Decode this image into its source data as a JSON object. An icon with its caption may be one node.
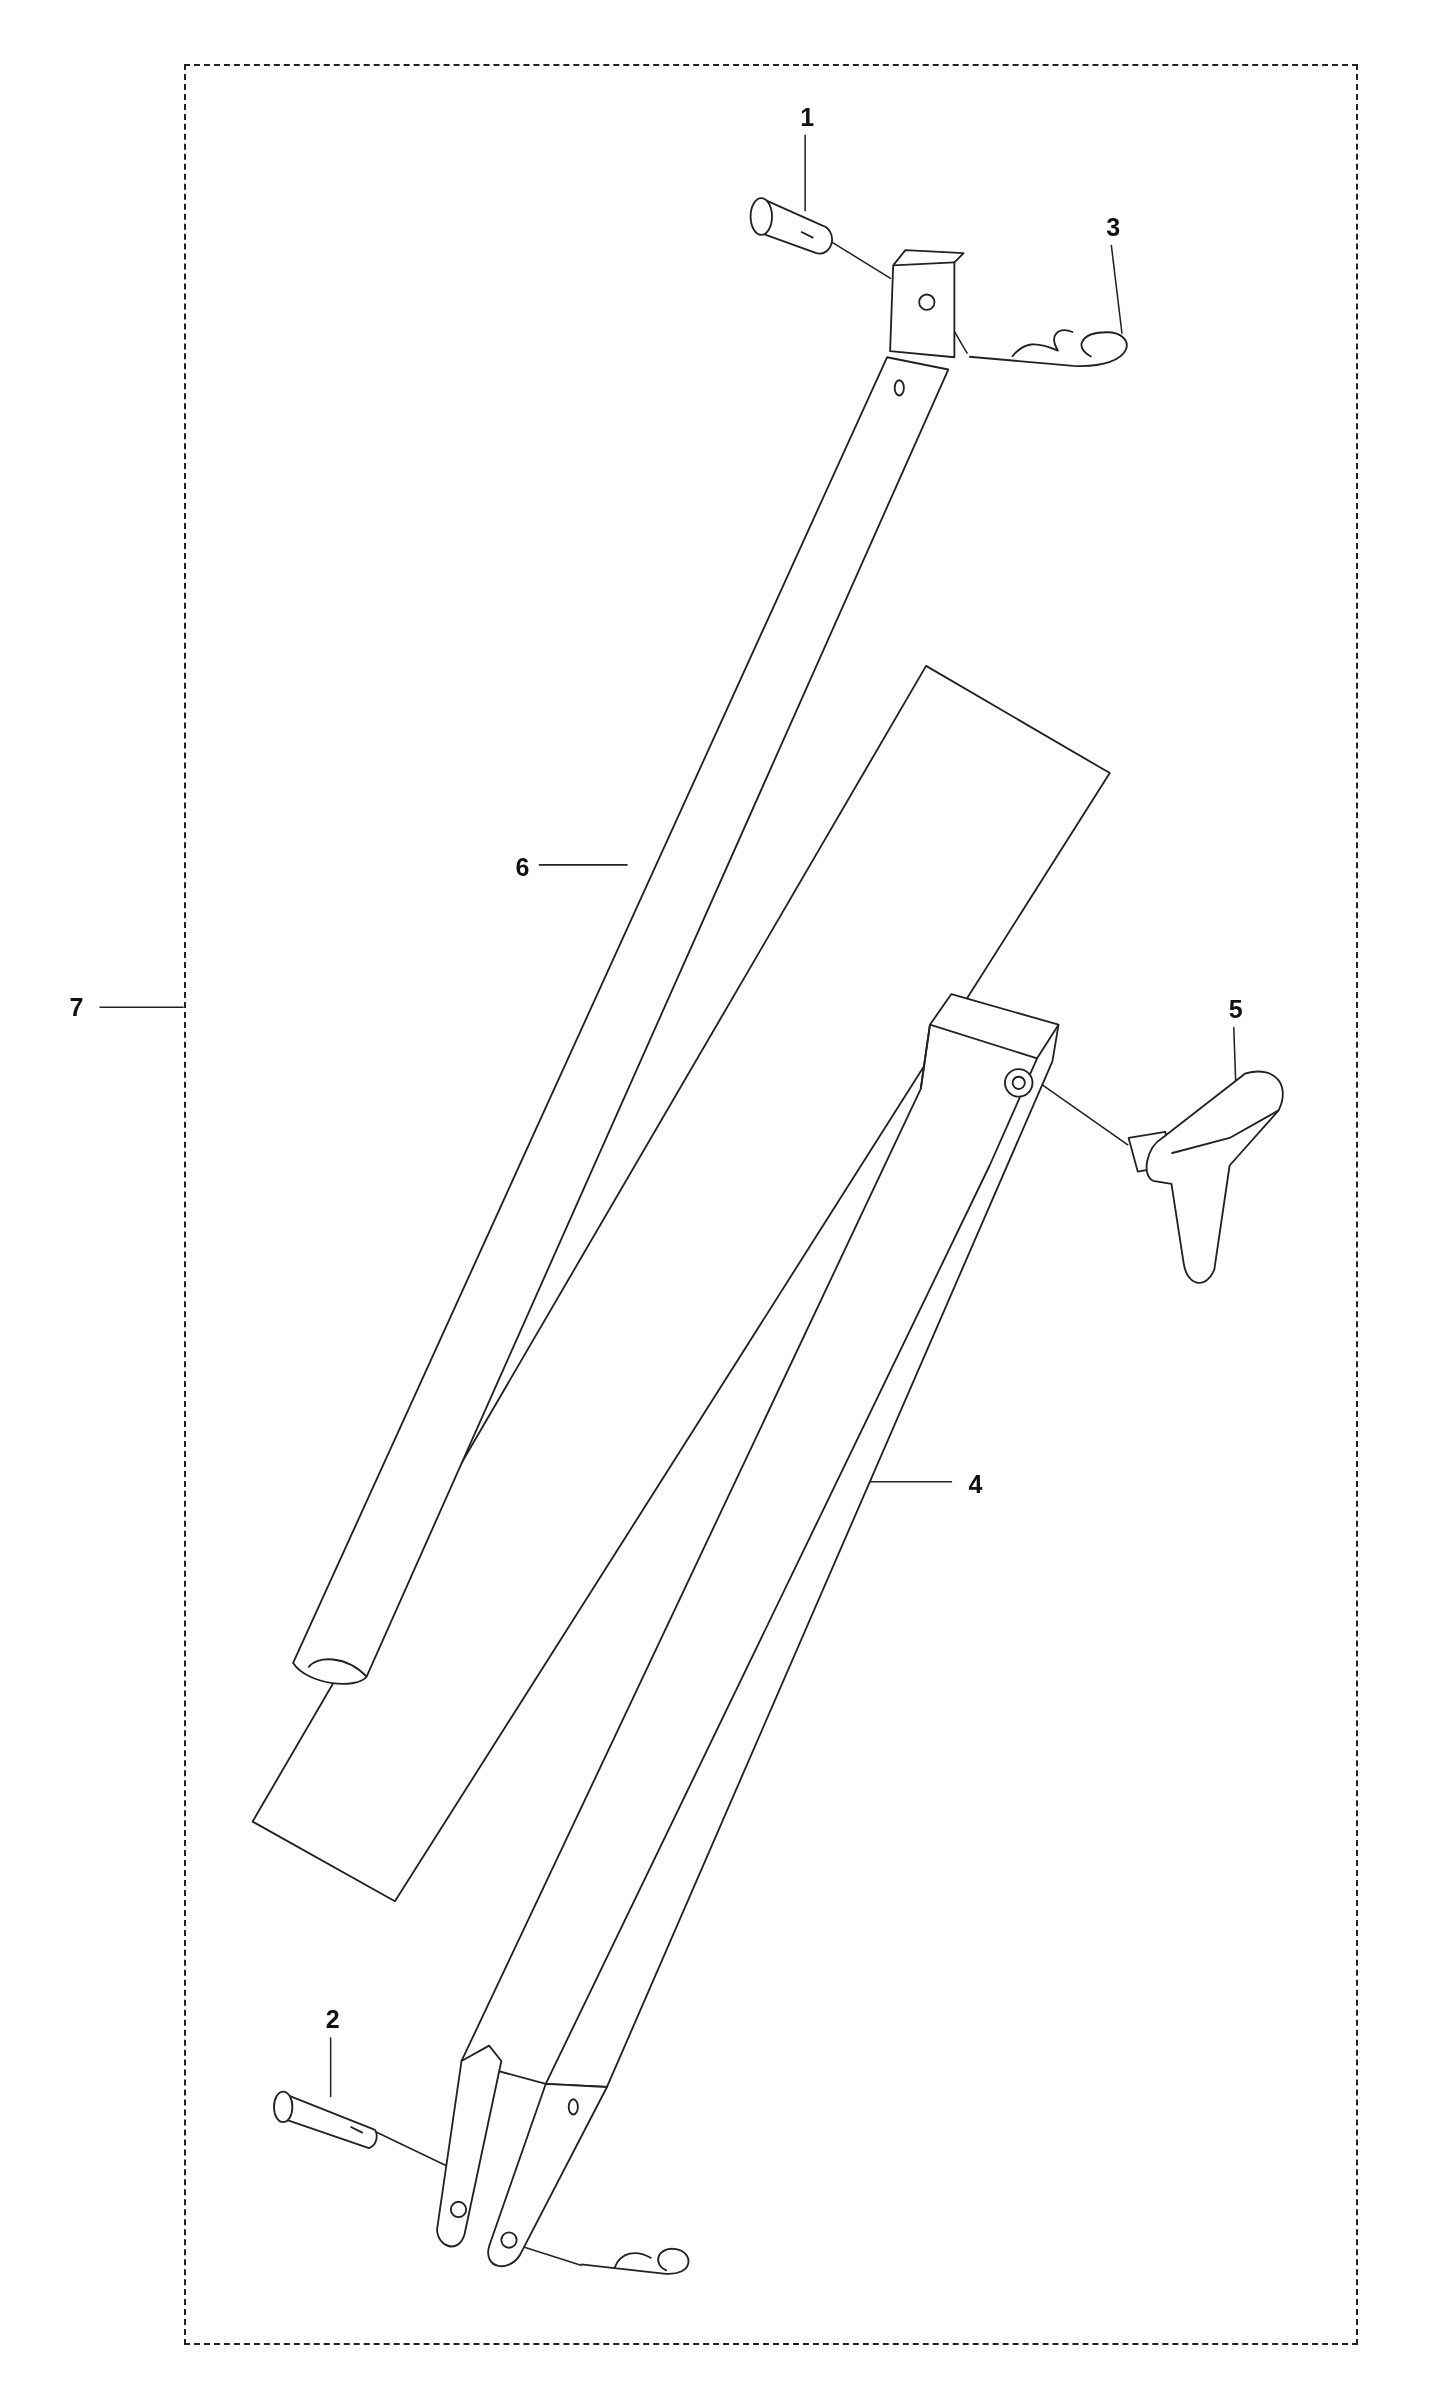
{
  "diagram": {
    "nodes": [
      {
        "text": [],
        "shape": "box"
      },
      {
        "text": [
          "1"
        ],
        "in": 0
      },
      {
        "text": [
          "3"
        ],
        "in": 0
      },
      {
        "text": [
          "5"
        ],
        "in": 0
      },
      {
        "text": [
          "6"
        ],
        "in": 0
      },
      {
        "text": [
          "7"
        ]
      },
      {
        "text": [
          "4"
        ],
        "in": 0
      },
      {
        "text": [
          "2"
        ],
        "in": 0
      },
      {
        "text": [],
        "shape": "picture",
        "in": 0
      },
      {
        "text": [],
        "shape": "picture",
        "in": 0
      },
      {
        "text": [],
        "shape": "picture",
        "in": 0
      },
      {
        "text": [],
        "shape": "picture",
        "in": 0
      },
      {
        "text": [],
        "shape": "picture",
        "in": 0
      },
      {
        "text": [],
        "shape": "picture",
        "in": 0
      },
      {
        "text": [],
        "shape": "picture",
        "in": 0
      }
    ],
    "edges": [
      {
        "from": 1,
        "to": 8,
        "arrow": "none"
      },
      {
        "from": 2,
        "to": 9,
        "arrow": "none"
      },
      {
        "from": 3,
        "to": 10,
        "arrow": "none"
      },
      {
        "from": 4,
        "to": 11,
        "arrow": "none"
      },
      {
        "from": 5,
        "to": 0,
        "arrow": "none"
      },
      {
        "from": 6,
        "to": 12,
        "arrow": "none"
      },
      {
        "from": 7,
        "to": 13,
        "arrow": "none"
      },
      {
        "from": 8,
        "to": 11,
        "arrow": "none"
      },
      {
        "from": 11,
        "to": 9,
        "arrow": "none"
      },
      {
        "from": 12,
        "to": 10,
        "arrow": "none"
      },
      {
        "from": 13,
        "to": 12,
        "arrow": "none"
      },
      {
        "from": 12,
        "to": 14,
        "arrow": "none"
      }
    ]
  }
}
